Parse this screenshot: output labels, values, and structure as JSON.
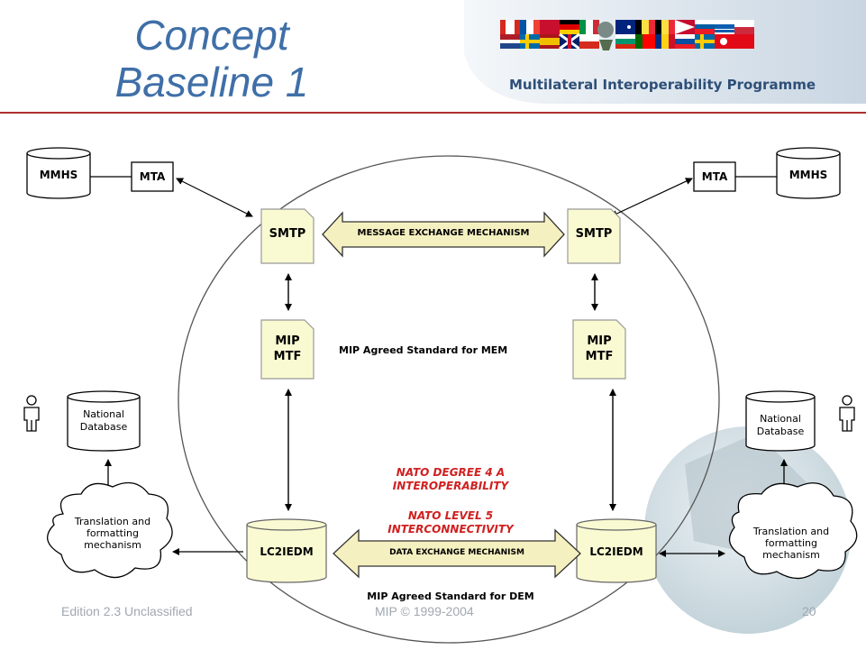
{
  "title": {
    "line1": "Concept",
    "line2": "Baseline 1"
  },
  "logo": {
    "caption": "Multilateral Interoperability Programme"
  },
  "diagram": {
    "mmhs_left": "MMHS",
    "mta_left": "MTA",
    "mta_right": "MTA",
    "mmhs_right": "MMHS",
    "smtp_left": "SMTP",
    "smtp_right": "SMTP",
    "message_exchange": "MESSAGE EXCHANGE MECHANISM",
    "mip_mtf_left": [
      "MIP",
      "MTF"
    ],
    "mip_mtf_right": [
      "MIP",
      "MTF"
    ],
    "mem_standard": "MIP Agreed Standard for MEM",
    "national_db_left": [
      "National",
      "Database"
    ],
    "national_db_right": [
      "National",
      "Database"
    ],
    "translation_left": [
      "Translation and",
      "formatting",
      "mechanism"
    ],
    "translation_right": [
      "Translation and",
      "formatting",
      "mechanism"
    ],
    "nato_degree": [
      "NATO DEGREE 4 A",
      "INTEROPERABILITY"
    ],
    "nato_level": [
      "NATO LEVEL 5",
      "INTERCONNECTIVITY"
    ],
    "lc2iedm_left": "LC2IEDM",
    "lc2iedm_right": "LC2IEDM",
    "data_exchange": "DATA EXCHANGE MECHANISM",
    "dem_standard": "MIP Agreed Standard for DEM"
  },
  "footer": {
    "edition": "Edition 2.3 Unclassified",
    "copyright": "MIP © 1999-2004",
    "page": "20"
  },
  "colors": {
    "title": "#3f6fa8",
    "rule": "#b03030",
    "doc": "#fafad2",
    "arrow_fill": "#f5f0c0",
    "red_text": "#d02020"
  }
}
